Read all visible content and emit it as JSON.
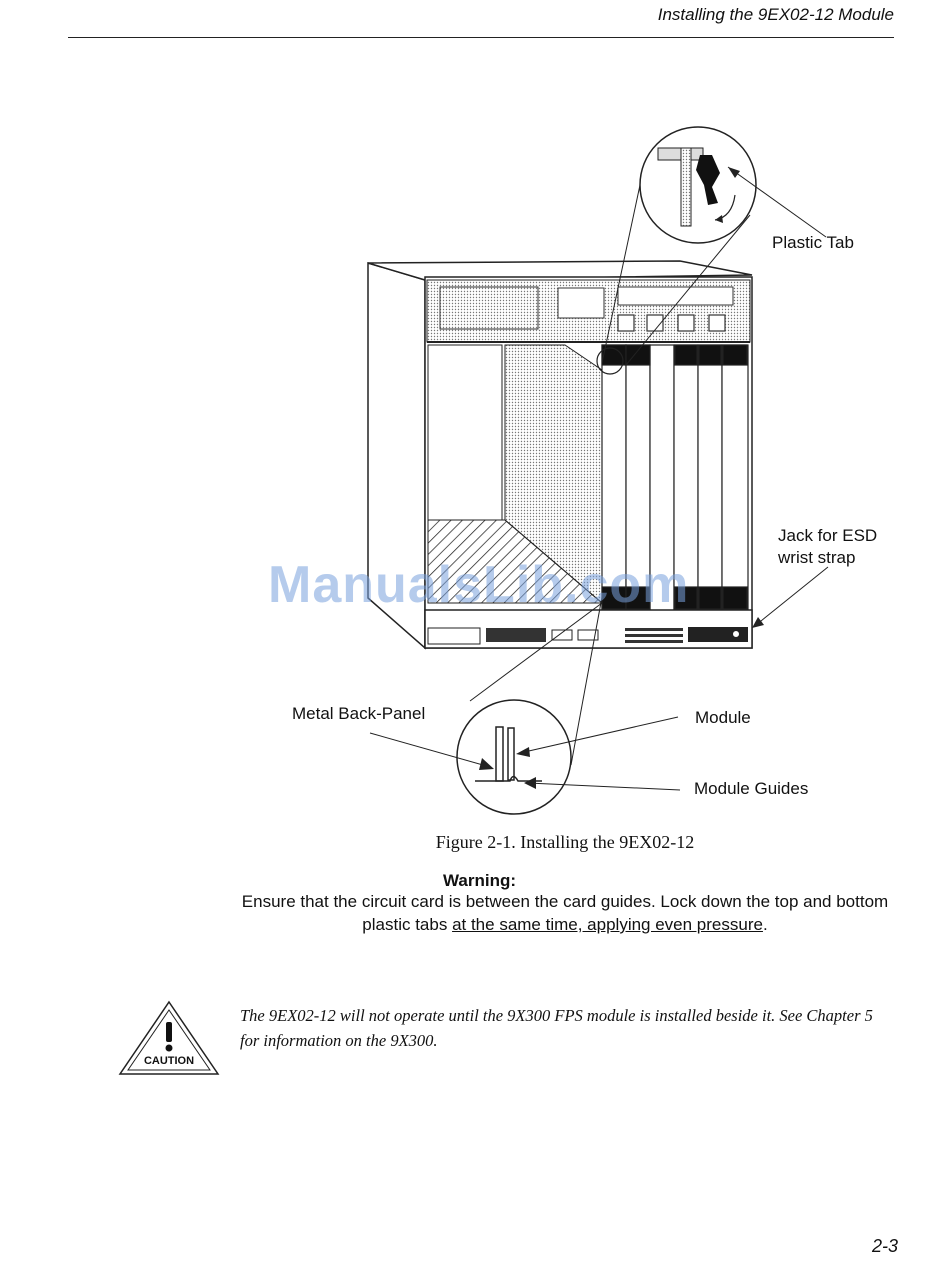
{
  "header": {
    "title": "Installing the 9EX02-12 Module"
  },
  "figure": {
    "callouts": {
      "plastic_tab": "Plastic Tab",
      "jack_esd_line1": "Jack for ESD",
      "jack_esd_line2": "wrist strap",
      "metal_back_panel": "Metal Back-Panel",
      "module": "Module",
      "module_guides": "Module Guides"
    },
    "caption": "Figure 2-1.  Installing the 9EX02-12"
  },
  "watermark": "ManualsLib.com",
  "warning": {
    "heading": "Warning:",
    "body_plain": "Ensure that the circuit card is between the card guides. Lock down the top and bottom plastic tabs ",
    "body_underlined": "at the same time, applying even pressure",
    "body_end": "."
  },
  "caution": {
    "icon_label": "CAUTION",
    "text": "The 9EX02-12 will not operate until the 9X300 FPS module is installed beside it. See Chapter 5 for information on the 9X300."
  },
  "page_number": "2-3"
}
